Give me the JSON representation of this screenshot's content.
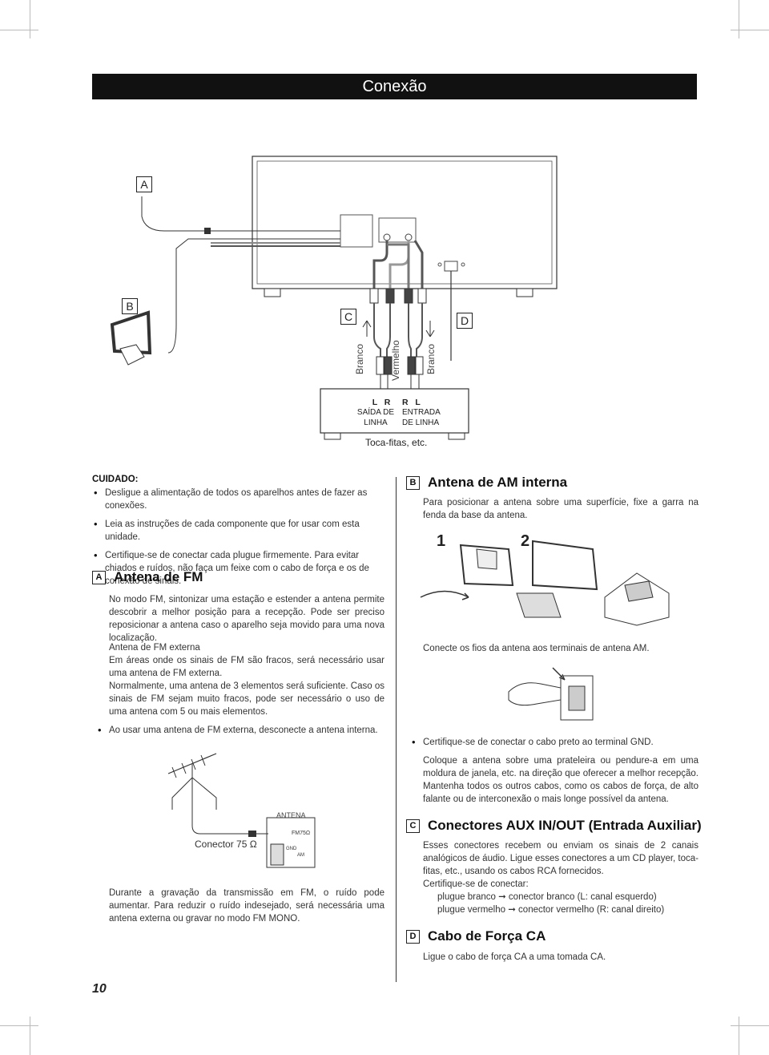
{
  "header": {
    "title": "Conexão"
  },
  "labels": {
    "a": "A",
    "b": "B",
    "c": "C",
    "d": "D"
  },
  "diagram": {
    "color_left": "Branco",
    "color_mid": "Vermelho",
    "color_right": "Branco",
    "out_lr": "L   R",
    "out_label": "SAÍDA DE\nLINHA",
    "in_rl": "R   L",
    "in_label": "ENTRADA\nDE LINHA",
    "device": "Toca-fitas, etc."
  },
  "caution": {
    "title": "CUIDADO:",
    "items": [
      "Desligue a alimentação de todos os aparelhos antes de fazer as conexões.",
      "Leia as instruções de cada componente que for usar com esta unidade.",
      "Certifique-se de conectar cada plugue firmemente. Para evitar chiados e ruídos, não faça um feixe com o cabo de força e os de conexão de sinais."
    ]
  },
  "fm": {
    "heading": "Antena de FM",
    "para1": "No modo FM, sintonizar uma estação e estender a antena permite descobrir a melhor posição para a recepção. Pode ser preciso reposicionar a antena caso o aparelho seja movido para uma nova localização.",
    "ext_title": "Antena de FM externa",
    "para2": "Em áreas onde os sinais de FM são fracos, será necessário usar uma antena de FM externa.",
    "para3": "Normalmente, uma antena de 3 elementos será suficiente. Caso os sinais de FM sejam muito fracos, pode ser necessário o uso de uma antena com 5 ou mais elementos.",
    "bullet": "Ao usar uma antena de FM externa, desconecte a antena interna.",
    "antenna_label": "ANTENA",
    "connector": "Conector 75 Ω",
    "fm75": "FM75Ω",
    "gnd": "GND",
    "am": "AM",
    "para4": "Durante a gravação da transmissão em FM, o ruído pode aumentar. Para reduzir o ruído indesejado, será necessária uma antena externa ou gravar no modo FM MONO."
  },
  "am": {
    "heading": "Antena de AM interna",
    "para1": "Para posicionar a antena sobre uma superfície, fixe a garra na fenda da base da antena.",
    "step1": "1",
    "step2": "2",
    "para2": "Conecte os fios da antena aos terminais de antena AM.",
    "bullet": "Certifique-se de conectar o cabo preto ao terminal GND.",
    "para3": "Coloque a antena sobre uma prateleira ou pendure-a em uma moldura de janela, etc. na direção que oferecer a melhor recepção. Mantenha todos os outros cabos, como os cabos de força, de alto falante ou de interconexão o mais longe possível da antena."
  },
  "aux": {
    "heading": "Conectores AUX IN/OUT (Entrada Auxiliar)",
    "para1": "Esses conectores recebem ou enviam os sinais de 2 canais analógicos de áudio.  Ligue esses conectores a um CD player, toca-fitas, etc., usando os cabos RCA fornecidos.",
    "para2": "Certifique-se de conectar:",
    "line1": "plugue branco ➞ conector branco (L: canal esquerdo)",
    "line2": "plugue vermelho ➞ conector vermelho (R: canal direito)"
  },
  "power": {
    "heading": "Cabo de Força CA",
    "para1": "Ligue o cabo de força CA a uma tomada CA."
  },
  "page": {
    "number": "10"
  }
}
